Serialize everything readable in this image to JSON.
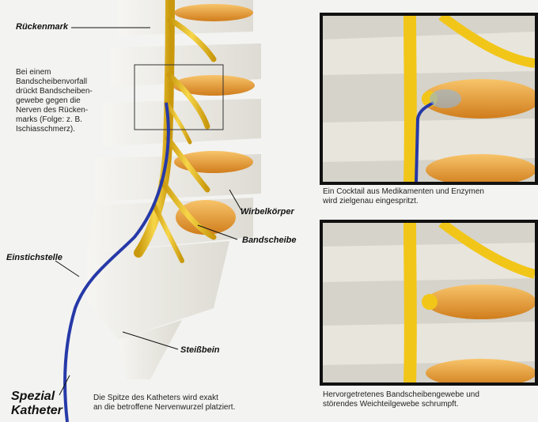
{
  "labels": {
    "rueckenmark": "Rückenmark",
    "wirbelkoerper": "Wirbelkörper",
    "bandscheibe": "Bandscheibe",
    "einstichstelle": "Einstichstelle",
    "steissbein": "Steißbein",
    "katheter_line1": "Spezial",
    "katheter_line2": "Katheter"
  },
  "callout": {
    "lines": [
      "Bei einem",
      "Bandscheibenvorfall",
      "drückt Bandscheiben-",
      "gewebe gegen die",
      "Nerven des Rücken-",
      "marks (Folge: z. B.",
      "Ischiasschmerz)."
    ]
  },
  "captions": {
    "bottom_center": [
      "Die Spitze des Katheters wird exakt",
      "an die betroffene Nervenwurzel platziert."
    ],
    "panel_top": [
      "Ein Cocktail aus Medikamenten und Enzymen",
      "wird zielgenau eingespritzt."
    ],
    "panel_bottom": [
      "Hervorgetretenes Bandscheibengewebe und",
      "störendes Weichteilgewebe schrumpft."
    ]
  },
  "colors": {
    "bone": "#e6e3db",
    "disc": "#f0a63a",
    "nerve": "#f2c619",
    "catheter": "#2639a8"
  }
}
